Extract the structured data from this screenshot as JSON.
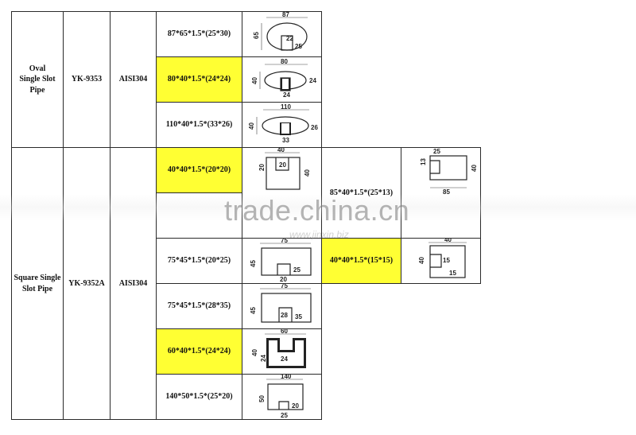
{
  "oval": {
    "name": "Oval\nSingle Slot\nPipe",
    "code": "YK-9353",
    "material": "AISI304",
    "sizes": [
      "87*65*1.5*(25*30)",
      "80*40*1.5*(24*24)",
      "110*40*1.5*(33*26)"
    ],
    "dims": [
      {
        "w": "87",
        "h": "65",
        "s1": "22",
        "s2": "25"
      },
      {
        "w": "80",
        "h": "40",
        "s1": "24",
        "s2": "24"
      },
      {
        "w": "110",
        "h": "40",
        "s1": "33",
        "s2": "26"
      }
    ]
  },
  "square": {
    "name": "Square Single\nSlot Pipe",
    "code": "YK-9352A",
    "material": "AISI304",
    "sizes": [
      "40*40*1.5*(20*20)",
      "75*45*1.5*(20*25)",
      "75*45*1.5*(28*35)",
      "60*40*1.5*(24*24)",
      "140*50*1.5*(25*20)"
    ],
    "dims": [
      {
        "w": "40",
        "h": "20",
        "s1": "20",
        "s2": "40"
      },
      {
        "w": "75",
        "h": "45",
        "s1": "20",
        "s2": "25"
      },
      {
        "w": "75",
        "h": "45",
        "s1": "28",
        "s2": "35"
      },
      {
        "w": "60",
        "h": "40",
        "s1": "24",
        "s2": "24"
      },
      {
        "w": "140",
        "h": "50",
        "s1": "25",
        "s2": "20"
      }
    ],
    "extra_sizes": [
      "85*40*1.5*(25*13)",
      "40*40*1.5*(15*15)"
    ],
    "extra_dims": [
      {
        "a": "25",
        "b": "13",
        "c": "40",
        "d": "85"
      },
      {
        "a": "40",
        "b": "40",
        "c": "15",
        "d": "15"
      }
    ]
  },
  "watermark": {
    "text": "trade.china.cn",
    "url": "www.jinxin.biz"
  },
  "colors": {
    "highlight": "#ffff33",
    "border": "#2a2a2a"
  }
}
